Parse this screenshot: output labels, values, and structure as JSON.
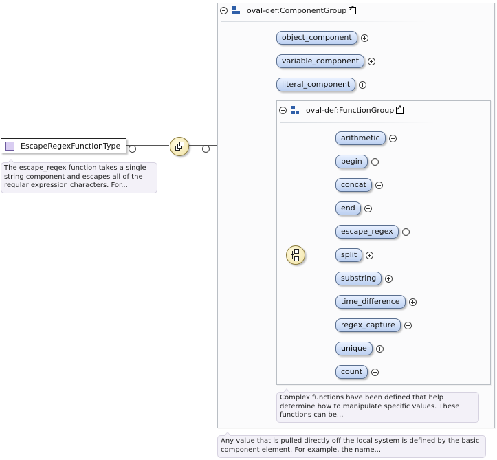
{
  "root": {
    "label": "EscapeRegexFunctionType",
    "annotation": "The escape_regex function takes a single string component and escapes all of the regular expression characters. For..."
  },
  "component_group": {
    "label": "oval-def:ComponentGroup",
    "elements": [
      "object_component",
      "variable_component",
      "literal_component"
    ],
    "annotation": "Any value that is pulled directly off the local system is defined by the basic component element. For example, the name..."
  },
  "function_group": {
    "label": "oval-def:FunctionGroup",
    "elements": [
      "arithmetic",
      "begin",
      "concat",
      "end",
      "escape_regex",
      "split",
      "substring",
      "time_difference",
      "regex_capture",
      "unique",
      "count"
    ],
    "annotation": "Complex functions have been defined that help determine how to manipulate specific values. These functions can be..."
  },
  "icons": {
    "type": "complex-type-icon",
    "group": "group-icon",
    "link": "link-arrow-icon",
    "sequence": "sequence-compositor-icon",
    "choice": "choice-compositor-icon",
    "expand": "plus-circle-icon",
    "collapse": "minus-circle-icon"
  },
  "colors": {
    "pill_top": "#e9f1ff",
    "pill_bottom": "#bcd0f1",
    "compositor": "#f1e2a4",
    "annotation_bg": "#f3f1f8",
    "group_border": "#b9bec4"
  }
}
